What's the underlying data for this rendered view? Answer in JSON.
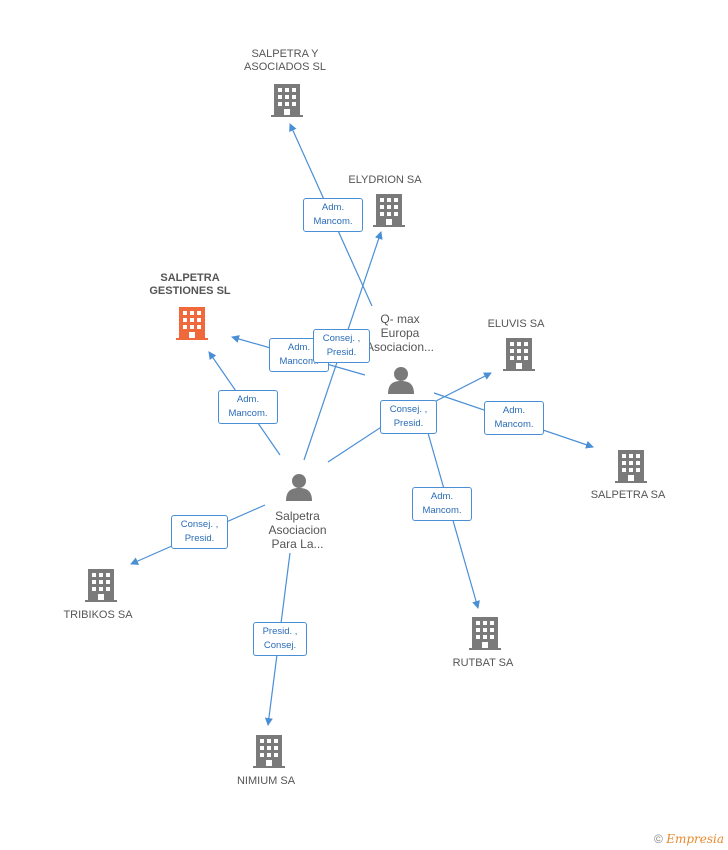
{
  "colors": {
    "edge": "#4a8fd6",
    "building": "#7a7a7a",
    "building_main": "#f0693a",
    "person": "#7a7a7a"
  },
  "companies": {
    "salpetra_y": "SALPETRA Y\nASOCIADOS SL",
    "elydrion": "ELYDRION SA",
    "salpetra_gestiones": "SALPETRA\nGESTIONES SL",
    "eluvis": "ELUVIS SA",
    "salpetra_sa": "SALPETRA SA",
    "tribikos": "TRIBIKOS SA",
    "rutbat": "RUTBAT SA",
    "nimium": "NIMIUM SA"
  },
  "people": {
    "qmax": "Q- max\nEuropa\nAsociacion...",
    "salpetra_asoc": "Salpetra\nAsociacion\nPara La..."
  },
  "edges": {
    "e1": "Adm.\nMancom.",
    "e2": "Adm.\nMancom.",
    "e3": "Consej. ,\nPresid.",
    "e4": "Adm.\nMancom.",
    "e5": "Consej. ,\nPresid.",
    "e6": "Adm.\nMancom.",
    "e7": "Adm.\nMancom.",
    "e8": "Consej. ,\nPresid.",
    "e9": "Presid. ,\nConsej."
  },
  "footer": {
    "copyright": "©",
    "brand": "Empresia"
  }
}
